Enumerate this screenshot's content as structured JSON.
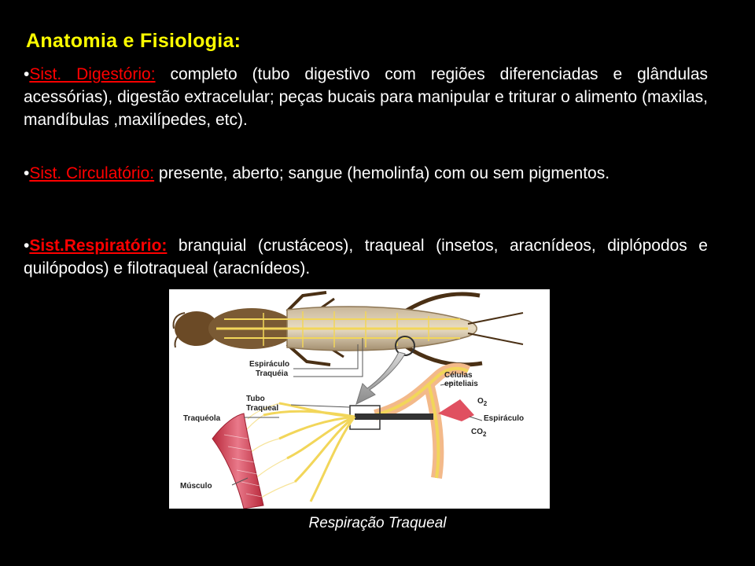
{
  "slide": {
    "title": "Anatomia e Fisiologia:",
    "bullets": [
      {
        "term": "Sist. Digestório",
        "sep": ":",
        "text": " completo (tubo digestivo com regiões diferenciadas e glândulas acessórias), digestão extracelular; peças bucais para manipular e triturar o alimento (maxilas, mandíbulas ,maxilípedes, etc)."
      },
      {
        "term": "Sist. Circulatório",
        "sep": ":",
        "text": " presente, aberto; sangue (hemolinfa) com ou sem pigmentos."
      },
      {
        "term": "Sist.Respiratório:",
        "sep": "",
        "text": " branquial (crustáceos), traqueal (insetos, aracnídeos, diplópodos e quilópodos) e filotraqueal (aracnídeos)."
      }
    ],
    "bullet_char": "•",
    "caption": "Respiração Traqueal"
  },
  "figure": {
    "labels": {
      "espiraculo_top": "Espiráculo",
      "traqueia": "Traquéia",
      "tubo": "Tubo",
      "traqueal": "Traqueal",
      "traqueola": "Traquéola",
      "musculo": "Músculo",
      "celulas": "Células",
      "epiteliais": "epiteliais",
      "o2": "O",
      "o2_sub": "2",
      "espiraculo_right": "Espiráculo",
      "co2": "CO",
      "co2_sub": "2"
    }
  },
  "colors": {
    "background": "#000000",
    "title": "#FFFF00",
    "term": "#FF0000",
    "text": "#FFFFFF"
  }
}
